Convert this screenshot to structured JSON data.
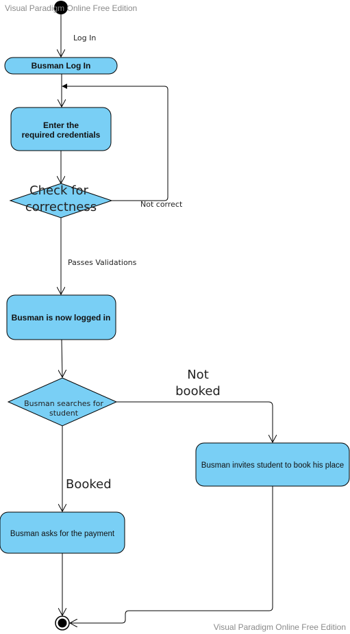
{
  "watermark": {
    "top": "Visual Paradigm Online Free Edition",
    "bottom": "Visual Paradigm Online Free Edition"
  },
  "nodes": {
    "login": "Busman Log In",
    "credentials_line1": "Enter the",
    "credentials_line2": "required credentials",
    "check_line1": "Check for",
    "check_line2": "correctness",
    "logged_in": "Busman is now logged in",
    "search_line1": "Busman searches for",
    "search_line2": "student",
    "invite": "Busman invites student to book his place",
    "payment": "Busman asks for the payment"
  },
  "edges": {
    "log_in": "Log In",
    "not_correct": "Not correct",
    "passes_validations": "Passes Validations",
    "not_booked_line1": "Not",
    "not_booked_line2": "booked",
    "booked": "Booked"
  },
  "colors": {
    "node_fill": "#79cff5",
    "stroke": "#000000"
  }
}
